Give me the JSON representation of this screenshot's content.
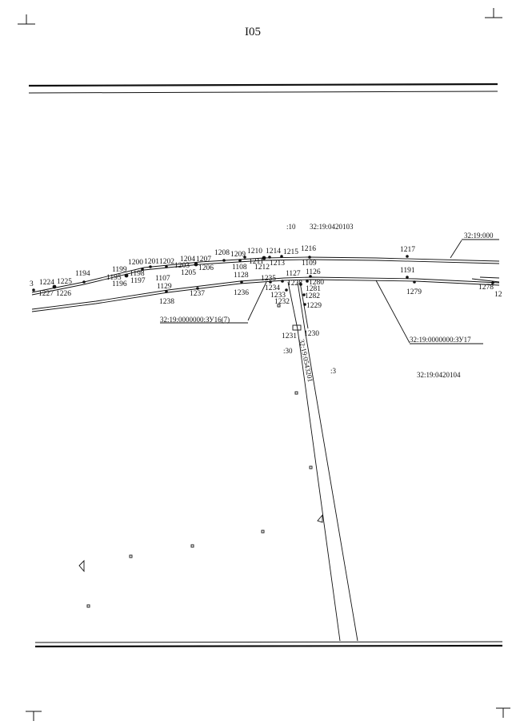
{
  "page_number": "I05",
  "cadastral": {
    "block_0420103": "32:19:0420103",
    "block_0420104": "32:19:0420104",
    "block_0543201": "32:19:0543201",
    "block_000": "32:19:000",
    "zu16": "32:19:0000000:ЗУ16(7)",
    "zu17": "32:19:0000000:ЗУ17",
    "plot_10": ":10",
    "plot_30": ":30",
    "plot_3": ":3"
  },
  "points": [
    {
      "id": "1194"
    },
    {
      "id": "1195"
    },
    {
      "id": "1196"
    },
    {
      "id": "1197"
    },
    {
      "id": "1198"
    },
    {
      "id": "1199"
    },
    {
      "id": "1200"
    },
    {
      "id": "1201"
    },
    {
      "id": "1202"
    },
    {
      "id": "1203"
    },
    {
      "id": "1204"
    },
    {
      "id": "1205"
    },
    {
      "id": "1206"
    },
    {
      "id": "1207"
    },
    {
      "id": "1208"
    },
    {
      "id": "1209"
    },
    {
      "id": "1210"
    },
    {
      "id": "1211"
    },
    {
      "id": "1212"
    },
    {
      "id": "1213"
    },
    {
      "id": "1214"
    },
    {
      "id": "1215"
    },
    {
      "id": "1216"
    },
    {
      "id": "1217"
    },
    {
      "id": "1224"
    },
    {
      "id": "1225"
    },
    {
      "id": "1226"
    },
    {
      "id": "1227"
    },
    {
      "id": "1107"
    },
    {
      "id": "1108"
    },
    {
      "id": "1109"
    },
    {
      "id": "1126"
    },
    {
      "id": "1127"
    },
    {
      "id": "1128"
    },
    {
      "id": "1129"
    },
    {
      "id": "1191"
    },
    {
      "id": "1228"
    },
    {
      "id": "1229"
    },
    {
      "id": "1230"
    },
    {
      "id": "1231"
    },
    {
      "id": "1232"
    },
    {
      "id": "1233"
    },
    {
      "id": "1234"
    },
    {
      "id": "1235"
    },
    {
      "id": "1236"
    },
    {
      "id": "1237"
    },
    {
      "id": "1238"
    },
    {
      "id": "1278"
    },
    {
      "id": "1279"
    },
    {
      "id": "1280"
    },
    {
      "id": "1281"
    },
    {
      "id": "1282"
    },
    {
      "id": "3"
    },
    {
      "id": "12"
    }
  ]
}
